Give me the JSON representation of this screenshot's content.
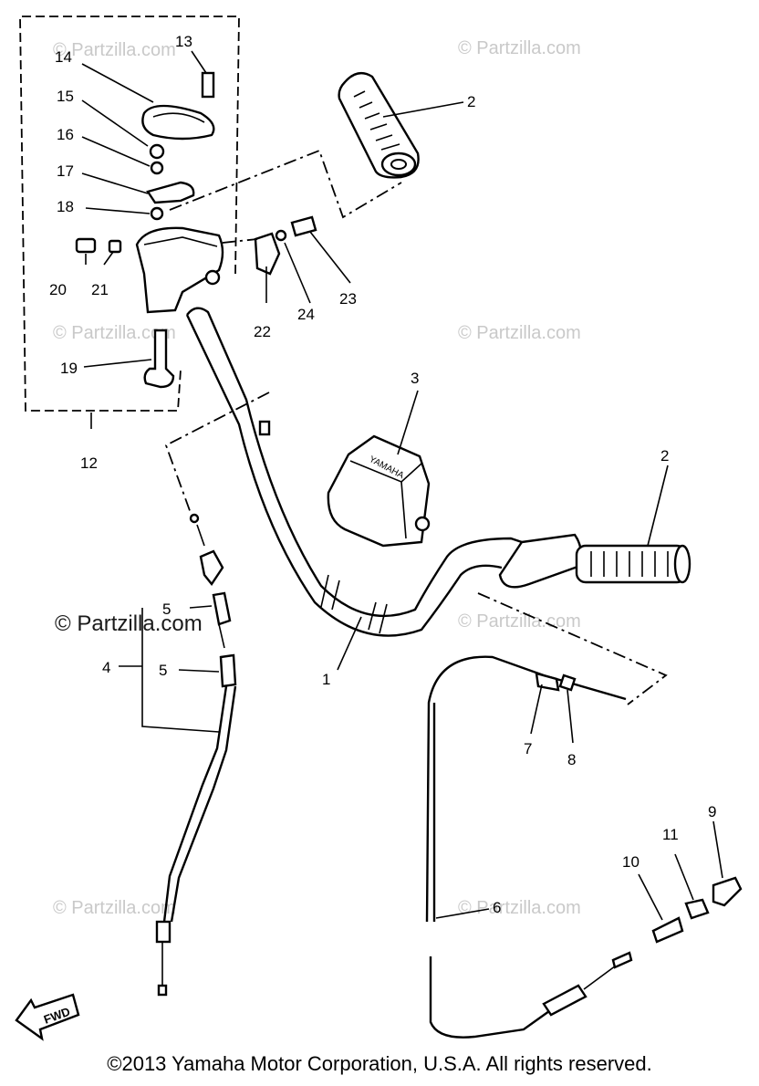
{
  "diagram": {
    "callouts": [
      "1",
      "2",
      "2",
      "3",
      "4",
      "5",
      "5",
      "6",
      "7",
      "8",
      "9",
      "10",
      "11",
      "12",
      "13",
      "14",
      "15",
      "16",
      "17",
      "18",
      "19",
      "20",
      "21",
      "22",
      "23",
      "24"
    ],
    "watermark": "© Partzilla.com",
    "fwd_label": "FWD",
    "cap_emboss": "YAMAHA",
    "copyright": "©2013  Yamaha Motor Corporation, U.S.A. All rights reserved."
  }
}
